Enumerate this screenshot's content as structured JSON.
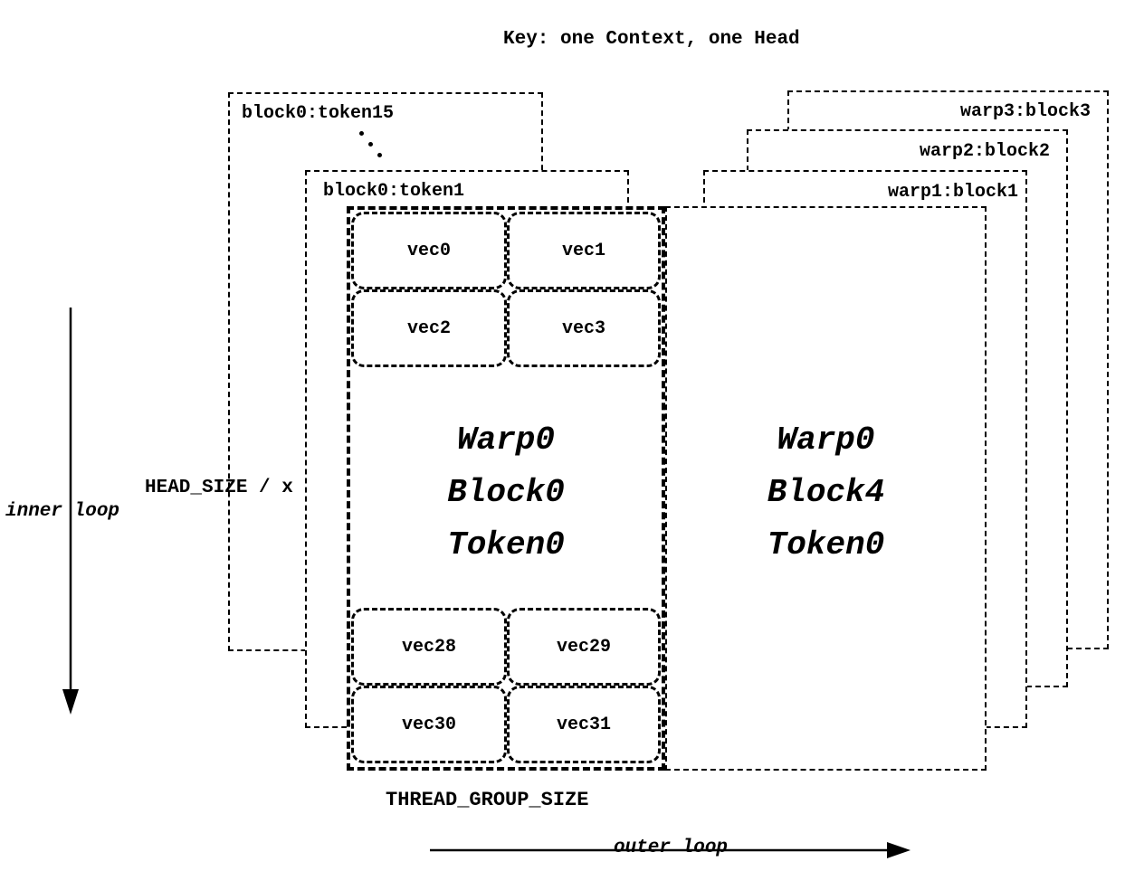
{
  "title": "Key: one Context, one Head",
  "colors": {
    "ink": "#000000",
    "background": "#ffffff"
  },
  "back_layers": {
    "left": [
      {
        "label": "block0:token15"
      },
      {
        "label": "block0:token1"
      }
    ],
    "right": [
      {
        "label": "warp3:block3"
      },
      {
        "label": "warp2:block2"
      },
      {
        "label": "warp1:block1"
      }
    ]
  },
  "main_block": {
    "top_vecs": [
      "vec0",
      "vec1",
      "vec2",
      "vec3"
    ],
    "bottom_vecs": [
      "vec28",
      "vec29",
      "vec30",
      "vec31"
    ],
    "label_lines": [
      "Warp0",
      "Block0",
      "Token0"
    ]
  },
  "right_block": {
    "label_lines": [
      "Warp0",
      "Block4",
      "Token0"
    ]
  },
  "annotations": {
    "head_size": "HEAD_SIZE / x",
    "thread_group": "THREAD_GROUP_SIZE",
    "inner_loop": "inner loop",
    "outer_loop": "outer loop"
  }
}
